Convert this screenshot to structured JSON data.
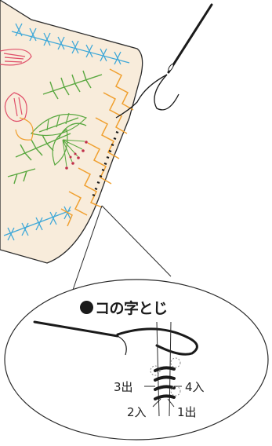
{
  "callout": {
    "title": "コの字とじ"
  },
  "labels": {
    "out3": "3出",
    "in4": "4入",
    "in2": "2入",
    "out1": "1出"
  },
  "colors": {
    "fabric": "#f8ecdb",
    "outline": "#2a2a2a",
    "orange_stitch": "#f0a030",
    "blue_stitch": "#3fa8d8",
    "green_stitch": "#5aa840",
    "pink_stitch": "#e0506a",
    "red_dots": "#c0304a",
    "thread": "#1a1a1a"
  }
}
